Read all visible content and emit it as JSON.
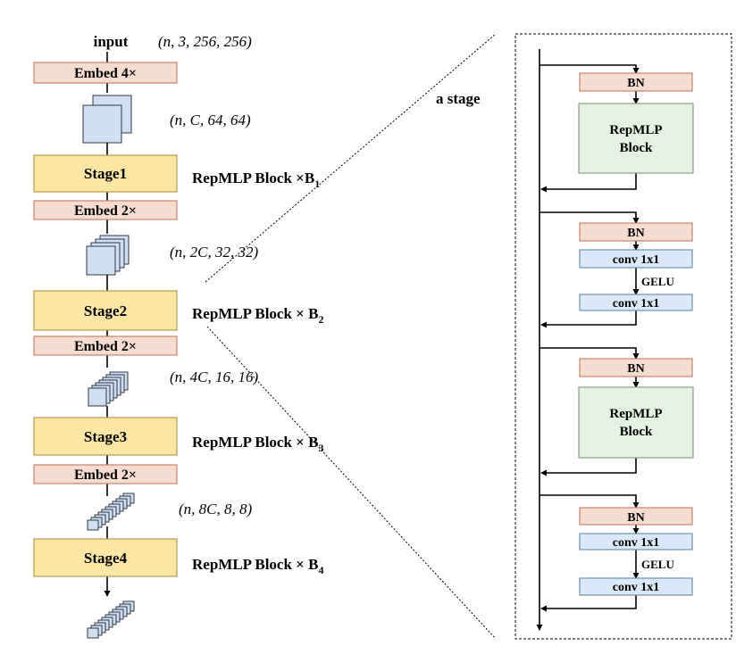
{
  "left_column": {
    "input_label": "input",
    "input_shape": "(n, 3, 256, 256)",
    "embed_labels": [
      "Embed 4×",
      "Embed 2×",
      "Embed 2×",
      "Embed 2×"
    ],
    "stage_labels": [
      "Stage1",
      "Stage2",
      "Stage3",
      "Stage4"
    ],
    "tensor_shapes": [
      "(n, C, 64, 64)",
      "(n, 2C, 32, 32)",
      "(n, 4C, 16, 16)",
      "(n, 8C, 8, 8)"
    ],
    "stage_desc_prefix": [
      "RepMLP Block ×",
      "RepMLP Block × ",
      "RepMLP Block × ",
      "RepMLP Block × "
    ],
    "stage_desc_sym": [
      "B",
      "B",
      "B",
      "B"
    ],
    "stage_desc_sub": [
      "1",
      "2",
      "3",
      "4"
    ]
  },
  "stage_detail": {
    "title": "a stage",
    "bn_label": "BN",
    "repmlp_line1": "RepMLP",
    "repmlp_line2": "Block",
    "conv_label": "conv 1x1",
    "gelu_label": "GELU"
  },
  "colors": {
    "embed_fill": "#f6dccf",
    "embed_stroke": "#c9826a",
    "stage_fill": "#fbe6a6",
    "stage_stroke": "#b79a4a",
    "repmlp_fill": "#e4f2e2",
    "repmlp_stroke": "#8aa086",
    "conv_fill": "#dae9f7",
    "conv_stroke": "#6f8fb0",
    "cube_fill": "#cfe0f2",
    "line": "#000000"
  }
}
